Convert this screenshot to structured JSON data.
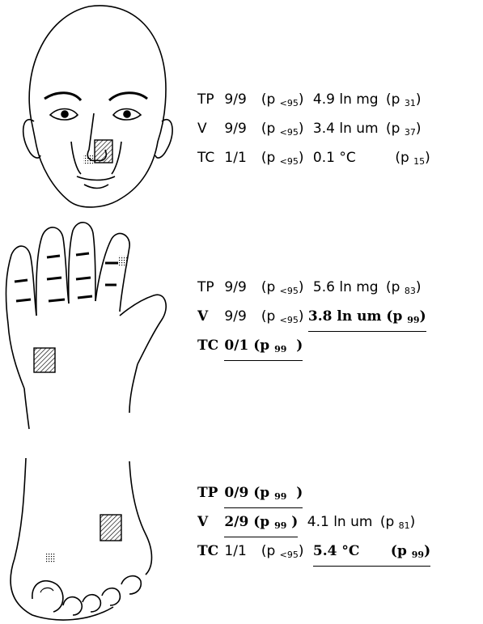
{
  "panels": [
    {
      "region": "face",
      "rows": [
        {
          "code": "TP",
          "frac": "9/9",
          "p": "<95",
          "measure": "4.9  ln mg",
          "tail_p": "31"
        },
        {
          "code": "V",
          "frac": "9/9",
          "p": "<95",
          "measure": "3.4  ln um",
          "tail_p": "37"
        },
        {
          "code": "TC",
          "frac": "1/1",
          "p": "<95",
          "measure": "0.1  °C",
          "tail_p": "15"
        }
      ]
    },
    {
      "region": "hand",
      "rows": [
        {
          "code": "TP",
          "frac": "9/9",
          "p": "<95",
          "measure": "5.6  ln mg",
          "tail_p": "83"
        },
        {
          "code": "V",
          "frac": "9/9",
          "p": "<95",
          "measure": "3.8  ln  um",
          "tail_p": "99"
        },
        {
          "code": "TC",
          "frac": "0/1",
          "p": "99"
        }
      ]
    },
    {
      "region": "foot",
      "rows": [
        {
          "code": "TP",
          "frac": "0/9",
          "p": "99"
        },
        {
          "code": "V",
          "frac": "2/9",
          "p": "99",
          "measure": "4.1  ln um",
          "tail_p": "81"
        },
        {
          "code": "TC",
          "frac": "1/1",
          "p": "<95",
          "measure": "5.4  °C",
          "tail_p": "99"
        }
      ]
    }
  ]
}
